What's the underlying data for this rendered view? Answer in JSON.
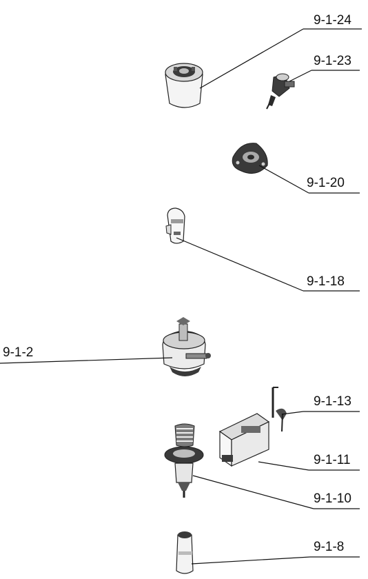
{
  "diagram": {
    "callouts": [
      {
        "id": "p24",
        "label": "9-1-24"
      },
      {
        "id": "p23",
        "label": "9-1-23"
      },
      {
        "id": "p20",
        "label": "9-1-20"
      },
      {
        "id": "p18",
        "label": "9-1-18"
      },
      {
        "id": "p2",
        "label": "9-1-2"
      },
      {
        "id": "p13",
        "label": "9-1-13"
      },
      {
        "id": "p11",
        "label": "9-1-11"
      },
      {
        "id": "p10",
        "label": "9-1-10"
      },
      {
        "id": "p8",
        "label": "9-1-8"
      }
    ]
  },
  "colors": {
    "ink": "#111111",
    "shade": "#3a3a3a",
    "paper": "#ffffff"
  }
}
